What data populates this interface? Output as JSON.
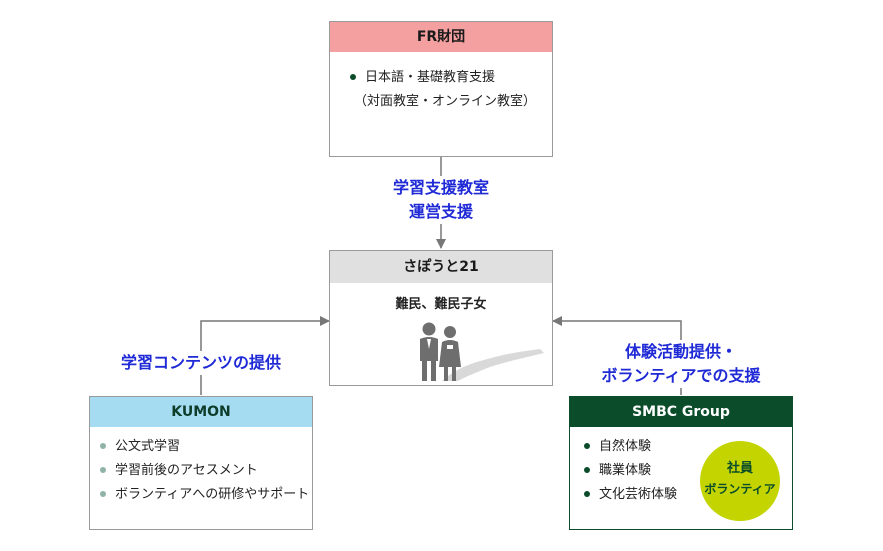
{
  "fr": {
    "title": "FR財団",
    "items": [
      "日本語・基礎教育支援"
    ],
    "sub": "（対面教室・オンライン教室）"
  },
  "top_label": {
    "line1": "学習支援教室",
    "line2": "運営支援"
  },
  "sapo": {
    "title": "さぽうと21",
    "subtitle": "難民、難民子女"
  },
  "left_label": "学習コンテンツの提供",
  "right_label": {
    "line1": "体験活動提供・",
    "line2": "ボランティアでの支援"
  },
  "kumon": {
    "title": "KUMON",
    "items": [
      "公文式学習",
      "学習前後のアセスメント",
      "ボランティアへの研修やサポート"
    ]
  },
  "smbc": {
    "title": "SMBC Group",
    "items": [
      "自然体験",
      "職業体験",
      "文化芸術体験"
    ],
    "badge1": "社員",
    "badge2": "ボランティア"
  },
  "colors": {
    "fr_header": "#f4a0a0",
    "sapo_header": "#e0e0e0",
    "kumon_header": "#a6dcf2",
    "smbc_header": "#0b4d2a",
    "badge": "#c3d400",
    "label": "#1f2ad6"
  }
}
